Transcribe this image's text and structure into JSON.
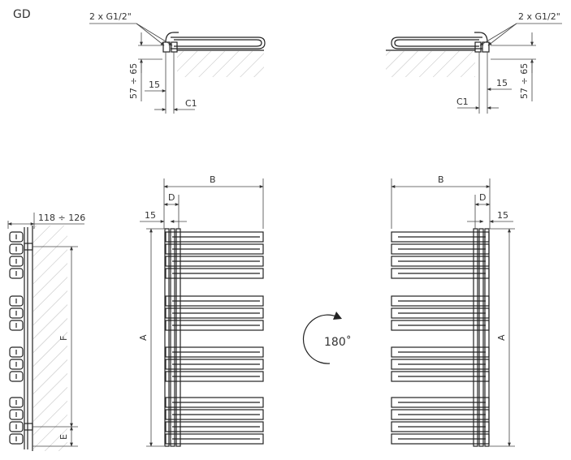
{
  "model_code": "GD",
  "pipe_spec_left": "2 x G1/2\"",
  "pipe_spec_right": "2 x G1/2\"",
  "dim_57_65": "57 ÷ 65",
  "dim_15": "15",
  "dim_c1": "C1",
  "dim_b": "B",
  "dim_d": "D",
  "dim_a": "A",
  "dim_f": "F",
  "dim_e": "E",
  "dim_118_126": "118 ÷ 126",
  "rotation_label": "180˚",
  "colors": {
    "line": "#222222",
    "hatch": "#999999",
    "text": "#333333"
  }
}
